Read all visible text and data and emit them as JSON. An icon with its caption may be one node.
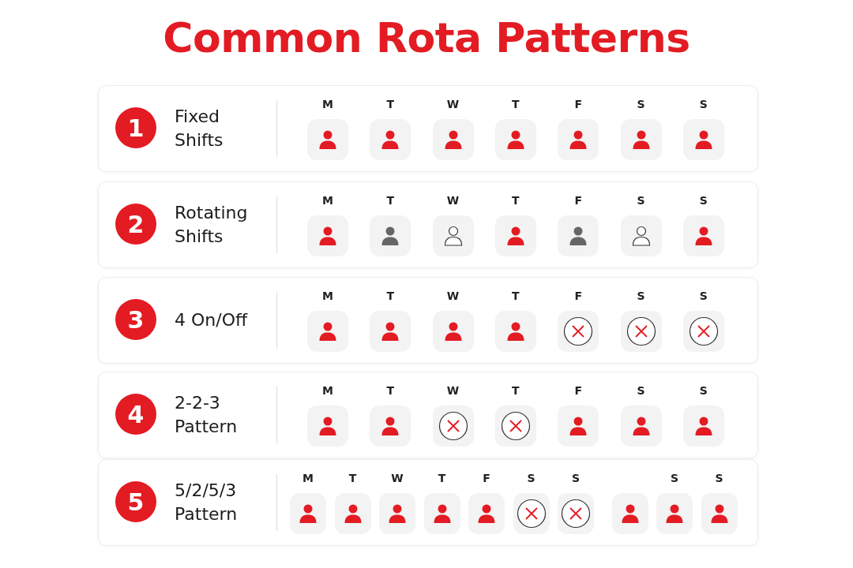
{
  "diagram": {
    "title": "Common Rota Patterns",
    "nodes": [
      {
        "text": [
          "Fixed Shifts"
        ]
      },
      {
        "text": [
          "1"
        ],
        "in": 0
      },
      {
        "text": [],
        "shape": "person",
        "in": 0,
        "beside": [
          "M"
        ]
      },
      {
        "text": [],
        "shape": "person",
        "in": 0,
        "beside": [
          "T"
        ]
      },
      {
        "text": [],
        "shape": "person",
        "in": 0,
        "beside": [
          "W"
        ]
      },
      {
        "text": [],
        "shape": "person",
        "in": 0,
        "beside": [
          "T"
        ]
      },
      {
        "text": [],
        "shape": "person",
        "in": 0,
        "beside": [
          "F"
        ]
      },
      {
        "text": [],
        "shape": "person",
        "in": 0,
        "beside": [
          "S"
        ]
      },
      {
        "text": [],
        "shape": "person",
        "in": 0,
        "beside": [
          "S"
        ]
      },
      {
        "text": [
          "Rotating Shifts"
        ]
      },
      {
        "text": [
          "2"
        ],
        "in": 9
      },
      {
        "text": [],
        "shape": "person",
        "in": 9,
        "beside": [
          "M"
        ]
      },
      {
        "text": [],
        "shape": "person",
        "in": 9,
        "beside": [
          "T"
        ]
      },
      {
        "text": [],
        "shape": "person",
        "in": 9,
        "beside": [
          "W"
        ]
      },
      {
        "text": [],
        "shape": "person",
        "in": 9,
        "beside": [
          "T"
        ]
      },
      {
        "text": [],
        "shape": "person",
        "in": 9,
        "beside": [
          "F"
        ]
      },
      {
        "text": [],
        "shape": "person",
        "in": 9,
        "beside": [
          "S"
        ]
      },
      {
        "text": [],
        "shape": "person",
        "in": 9,
        "beside": [
          "S"
        ]
      },
      {
        "text": [
          "4 On/Off"
        ]
      },
      {
        "text": [
          "3"
        ],
        "in": 18
      },
      {
        "text": [],
        "shape": "person",
        "in": 18,
        "beside": [
          "M"
        ]
      },
      {
        "text": [],
        "shape": "person",
        "in": 18,
        "beside": [
          "T"
        ]
      },
      {
        "text": [],
        "shape": "person",
        "in": 18,
        "beside": [
          "W"
        ]
      },
      {
        "text": [],
        "shape": "person",
        "in": 18,
        "beside": [
          "T"
        ]
      },
      {
        "text": [],
        "shape": "circle",
        "in": 18,
        "beside": [
          "F"
        ]
      },
      {
        "text": [],
        "shape": "circle",
        "in": 18,
        "beside": [
          "S"
        ]
      },
      {
        "text": [],
        "shape": "circle",
        "in": 18,
        "beside": [
          "S"
        ]
      },
      {
        "text": [
          "2-2-3 Pattern"
        ]
      },
      {
        "text": [
          "4"
        ],
        "in": 27
      },
      {
        "text": [],
        "shape": "person",
        "in": 27,
        "beside": [
          "M"
        ]
      },
      {
        "text": [],
        "shape": "person",
        "in": 27,
        "beside": [
          "T"
        ]
      },
      {
        "text": [],
        "shape": "circle",
        "in": 27,
        "beside": [
          "W"
        ]
      },
      {
        "text": [],
        "shape": "circle",
        "in": 27,
        "beside": [
          "T"
        ]
      },
      {
        "text": [],
        "shape": "person",
        "in": 27,
        "beside": [
          "F"
        ]
      },
      {
        "text": [],
        "shape": "person",
        "in": 27,
        "beside": [
          "S"
        ]
      },
      {
        "text": [],
        "shape": "person",
        "in": 27,
        "beside": [
          "S"
        ]
      },
      {
        "text": [
          "5/2/5/3 Pattern"
        ]
      },
      {
        "text": [
          "5"
        ],
        "in": 36
      },
      {
        "text": [],
        "shape": "person",
        "in": 36,
        "beside": [
          "M"
        ]
      },
      {
        "text": [],
        "shape": "person",
        "in": 36,
        "beside": [
          "T"
        ]
      },
      {
        "text": [],
        "shape": "person",
        "in": 36,
        "beside": [
          "W"
        ]
      },
      {
        "text": [],
        "shape": "person",
        "in": 36,
        "beside": [
          "T"
        ]
      },
      {
        "text": [],
        "shape": "person",
        "in": 36,
        "beside": [
          "F"
        ]
      },
      {
        "text": [],
        "shape": "circle",
        "in": 36,
        "beside": [
          "S"
        ]
      },
      {
        "text": [],
        "shape": "circle",
        "in": 36,
        "beside": [
          "S"
        ]
      },
      {
        "text": [],
        "shape": "person",
        "in": 36
      },
      {
        "text": [],
        "shape": "person",
        "in": 36,
        "beside": [
          "S"
        ]
      },
      {
        "text": [],
        "shape": "person",
        "in": 36,
        "beside": [
          "S"
        ]
      }
    ]
  }
}
